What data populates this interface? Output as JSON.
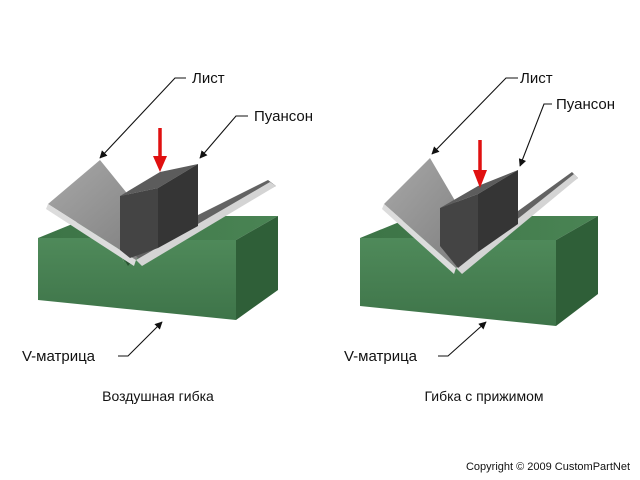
{
  "diagrams": [
    {
      "labels": {
        "sheet": "Лист",
        "punch": "Пуансон",
        "die": "V-матрица"
      },
      "caption": "Воздушная гибка"
    },
    {
      "labels": {
        "sheet": "Лист",
        "punch": "Пуансон",
        "die": "V-матрица"
      },
      "caption": "Гибка с прижимом"
    }
  ],
  "copyright": "Copyright © 2009 CustomPartNet",
  "colors": {
    "die_top": "#3f7a4a",
    "die_front": "#4f8a5a",
    "die_side": "#2f5f38",
    "punch_front": "#444444",
    "punch_top": "#5c5c5c",
    "punch_side": "#2f2f2f",
    "sheet_face": "#9a9a9a",
    "sheet_edge": "#d8d8d8",
    "force_arrow": "#e01010"
  }
}
